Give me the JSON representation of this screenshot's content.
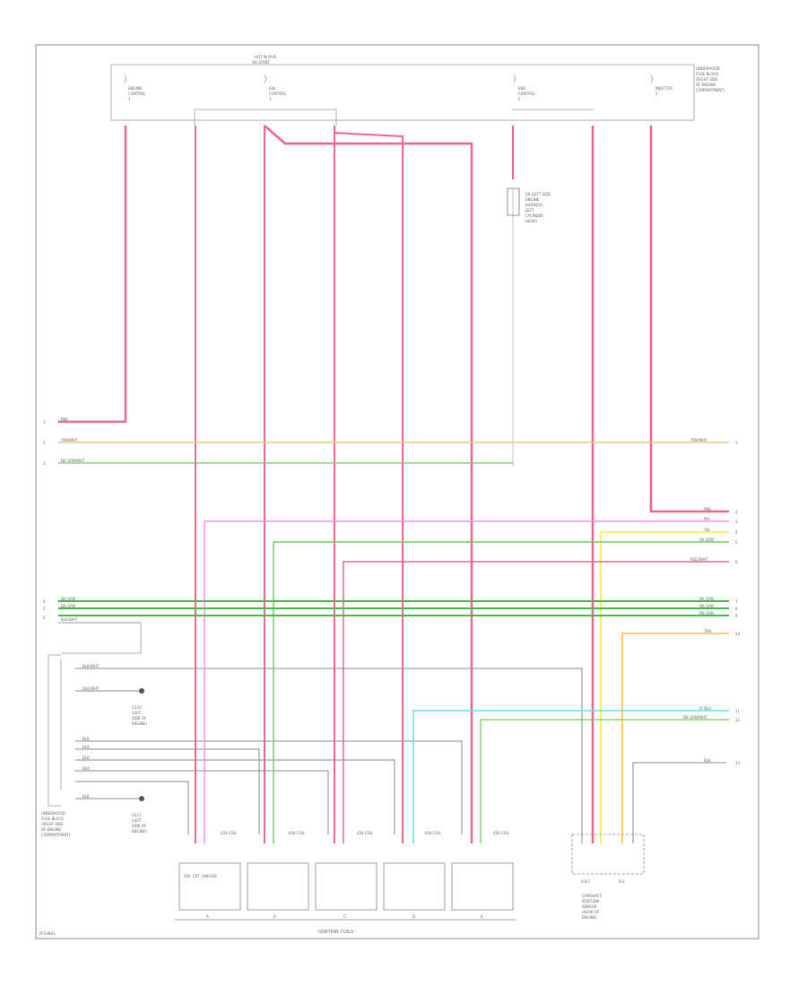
{
  "fuse_block": {
    "title_lines": [
      "HOT IN RUN",
      "OR START"
    ],
    "fuse_engine": [
      "ENGINE",
      "CONTROL",
      "1"
    ],
    "fuse_ign": [
      "IGN",
      "CONTROL",
      "1"
    ],
    "fuse_eng2": [
      "ENG",
      "CONTROL",
      "2"
    ],
    "fuse_inj": [
      "INJECTOR",
      "1"
    ],
    "location": [
      "UNDERHOOD",
      "FUSE BLOCK",
      "(RIGHT SIDE",
      "OF ENGINE",
      "COMPARTMENT)"
    ]
  },
  "splice_label": [
    "S9 (LEFT SIDE",
    "ENGINE",
    "HARNESS,",
    "LEFT",
    "CYLINDER",
    "HEAD)"
  ],
  "left_wires": [
    {
      "tag": "1",
      "label": "PNK"
    },
    {
      "tag": "2",
      "label": "TAN/WHT"
    },
    {
      "tag": "3",
      "label": "DK GRN/WHT"
    }
  ],
  "right_wires": [
    {
      "tag": "1",
      "label": "TAN/WHT"
    },
    {
      "tag": "2",
      "label": "PNK"
    },
    {
      "tag": "3",
      "label": "PPL"
    },
    {
      "tag": "4",
      "label": "YEL"
    },
    {
      "tag": "5",
      "label": "DK GRN"
    },
    {
      "tag": "6",
      "label": "RED/WHT"
    },
    {
      "tag": "7",
      "label": "DK GRN"
    },
    {
      "tag": "8",
      "label": "DK GRN"
    },
    {
      "tag": "9",
      "label": "DK GRN"
    },
    {
      "tag": "10",
      "label": "TAN"
    },
    {
      "tag": "11",
      "label": "LT BLU"
    },
    {
      "tag": "12",
      "label": "DK GRN/WHT"
    },
    {
      "tag": "13",
      "label": "BLK"
    }
  ],
  "left_bus": [
    {
      "tag": "4",
      "label": "DK GRN"
    },
    {
      "tag": "5",
      "label": "DK GRN"
    },
    {
      "tag": "6",
      "label": "BLK/WHT"
    }
  ],
  "ground_lines": [
    "BLK/WHT",
    "BLK/WHT",
    "BLK",
    "BLK",
    "BLK",
    "BLK",
    "BLK"
  ],
  "ground_g1": [
    "G110",
    "(LEFT",
    "SIDE OF",
    "ENGINE)"
  ],
  "ground_g2": [
    "G111",
    "(LEFT",
    "SIDE OF",
    "ENGINE)"
  ],
  "ground_connector": [
    "UNDERHOOD",
    "FUSE BLOCK",
    "(RIGHT SIDE",
    "OF ENGINE",
    "COMPARTMENT)"
  ],
  "coil_labels": [
    "IGN COIL",
    "IGN COIL",
    "IGN COIL",
    "IGN COIL",
    "IGN COIL"
  ],
  "coils_title": "IGNITION COILS",
  "coil_terminals": [
    "A",
    "B",
    "C",
    "D",
    "E"
  ],
  "coil_pins": [
    "IGN",
    "CKT",
    "GND",
    "REF"
  ],
  "sensor": {
    "title": [
      "CAMSHAFT",
      "POSITION",
      "SENSOR",
      "(REAR OF",
      "ENGINE)"
    ],
    "pins_left": "A B C",
    "pins_right": "D E"
  },
  "page_code": "PF53981"
}
